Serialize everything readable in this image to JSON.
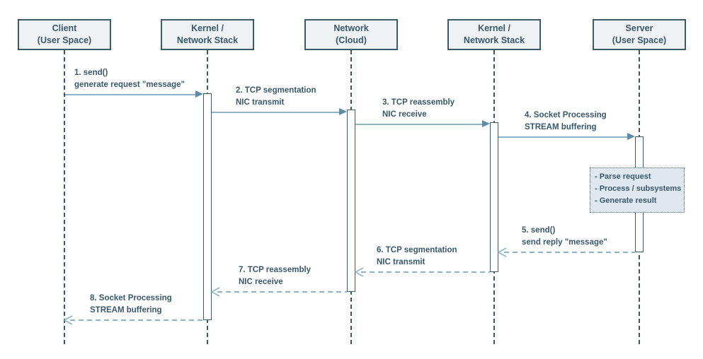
{
  "diagram": {
    "type": "sequence-diagram",
    "topic": "TCP client-server request/reply flow through kernel network stacks",
    "colors": {
      "outline": "#3d5a6b",
      "text": "#3a586b",
      "actor_fill": "#eef2f4",
      "message_line": "#8fb3c6",
      "arrowhead": "#5e8ca6",
      "note_fill": "#dee8ee",
      "background": "#ffffff"
    },
    "icons": {
      "filled_arrowhead": "right-pointing solid triangle",
      "open_arrowhead": "left-pointing open chevron"
    },
    "actors": [
      {
        "id": "client",
        "line1": "Client",
        "line2": "(User Space)"
      },
      {
        "id": "kernel-left",
        "line1": "Kernel /",
        "line2": "Network Stack"
      },
      {
        "id": "network",
        "line1": "Network",
        "line2": "(Cloud)"
      },
      {
        "id": "kernel-right",
        "line1": "Kernel /",
        "line2": "Network Stack"
      },
      {
        "id": "server",
        "line1": "Server",
        "line2": "(User Space)"
      }
    ],
    "messages": [
      {
        "step": 1,
        "from": "client",
        "to": "kernel-left",
        "style": "solid",
        "line1": "1. send()",
        "line2": "generate request \"message\""
      },
      {
        "step": 2,
        "from": "kernel-left",
        "to": "network",
        "style": "solid",
        "line1": "2. TCP segmentation",
        "line2": "NIC transmit"
      },
      {
        "step": 3,
        "from": "network",
        "to": "kernel-right",
        "style": "solid",
        "line1": "3. TCP reassembly",
        "line2": "NIC receive"
      },
      {
        "step": 4,
        "from": "kernel-right",
        "to": "server",
        "style": "solid",
        "line1": "4. Socket Processing",
        "line2": "STREAM buffering"
      },
      {
        "step": 5,
        "from": "server",
        "to": "kernel-right",
        "style": "dashed",
        "line1": "5. send()",
        "line2": "send reply \"message\""
      },
      {
        "step": 6,
        "from": "kernel-right",
        "to": "network",
        "style": "dashed",
        "line1": "6. TCP segmentation",
        "line2": "NIC transmit"
      },
      {
        "step": 7,
        "from": "network",
        "to": "kernel-left",
        "style": "dashed",
        "line1": "7. TCP reassembly",
        "line2": "NIC receive"
      },
      {
        "step": 8,
        "from": "kernel-left",
        "to": "client",
        "style": "dashed",
        "line1": "8. Socket Processing",
        "line2": "STREAM buffering"
      }
    ],
    "note": {
      "attached_to": "server",
      "lines": [
        "- Parse request",
        "- Process / subsystems",
        "- Generate result"
      ]
    }
  }
}
